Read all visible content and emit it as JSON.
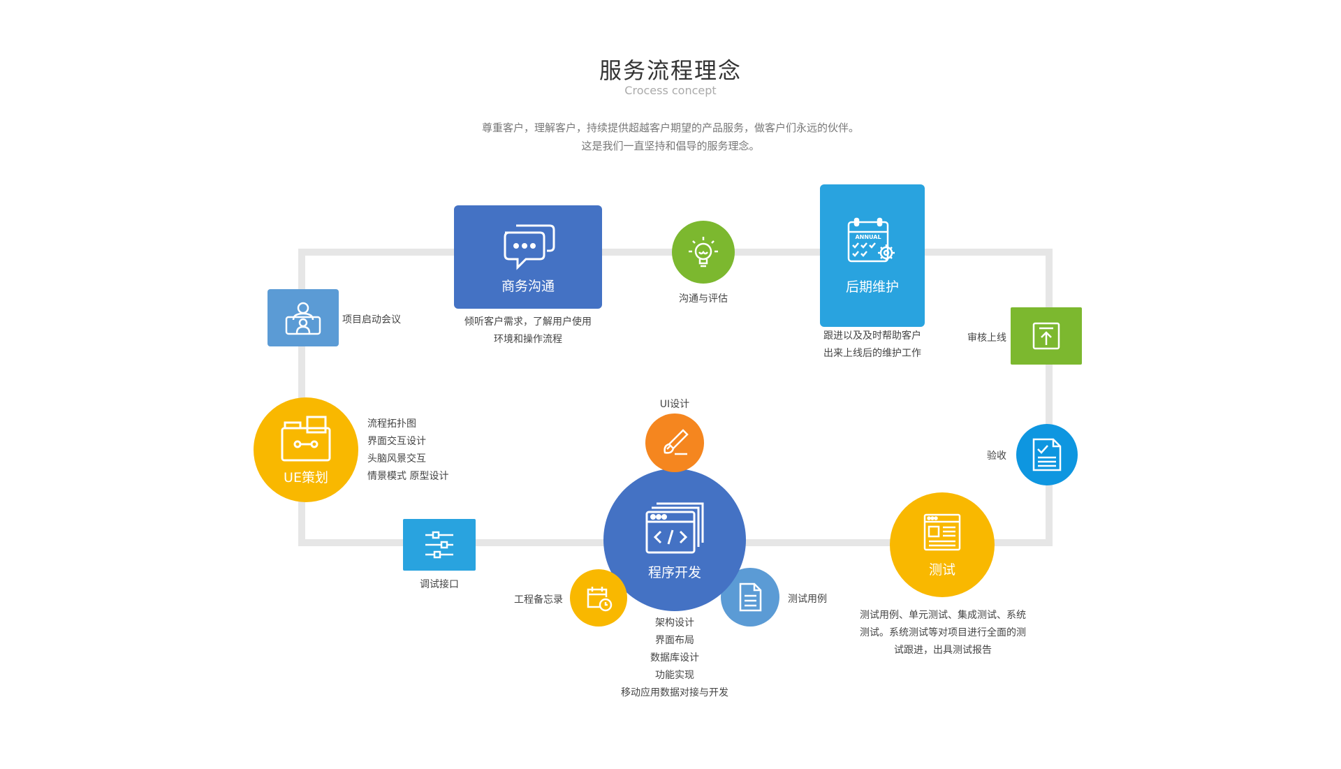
{
  "header": {
    "title": "服务流程理念",
    "subtitle": "Crocess concept",
    "intro_lines": [
      "尊重客户，理解客户，持续提供超越客户期望的产品服务，做客户们永远的伙伴。",
      "这是我们一直坚持和倡导的服务理念。"
    ]
  },
  "colors": {
    "navy_blue": "#4472c4",
    "sky_blue": "#29a3df",
    "steel_blue": "#5b9bd5",
    "green": "#7cb82f",
    "yellow": "#f9b800",
    "orange": "#f5861f",
    "track_gray": "#e6e6e6"
  },
  "nodes": {
    "kickoff": {
      "label": "项目启动会议",
      "icon": "users-icon"
    },
    "business": {
      "title": "商务沟通",
      "icon": "chat-bubbles-icon",
      "desc": [
        "倾听客户需求，了解用户使用",
        "环境和操作流程"
      ]
    },
    "evaluate": {
      "label": "沟通与评估",
      "icon": "lightbulb-icon"
    },
    "maintain": {
      "title": "后期维护",
      "icon": "annual-calendar-icon",
      "icon_text": "ANNUAL",
      "desc": [
        "跟进以及及时帮助客户",
        "出来上线后的维护工作"
      ]
    },
    "launch": {
      "label": "审核上线",
      "icon": "upload-icon"
    },
    "accept": {
      "label": "验收",
      "icon": "checklist-icon"
    },
    "test": {
      "title": "测试",
      "icon": "browser-window-icon",
      "desc": [
        "测试用例、单元测试、集成测试、系统",
        "测试。系统测试等对项目进行全面的测",
        "试跟进，出具测试报告"
      ]
    },
    "test_case": {
      "label": "测试用例",
      "icon": "document-icon"
    },
    "dev": {
      "title": "程序开发",
      "icon": "code-window-icon",
      "desc": [
        "架构设计",
        "界面布局",
        "数据库设计",
        "功能实现",
        "移动应用数据对接与开发"
      ]
    },
    "ui_design": {
      "label": "UI设计",
      "icon": "brush-icon"
    },
    "memo": {
      "label": "工程备忘录",
      "icon": "calendar-clock-icon"
    },
    "debug": {
      "label": "调试接口",
      "icon": "sliders-icon"
    },
    "ue": {
      "title": "UE策划",
      "icon": "folder-icon",
      "desc": [
        "流程拓扑图",
        "界面交互设计",
        "头脑风景交互",
        "情景模式 原型设计"
      ]
    }
  }
}
